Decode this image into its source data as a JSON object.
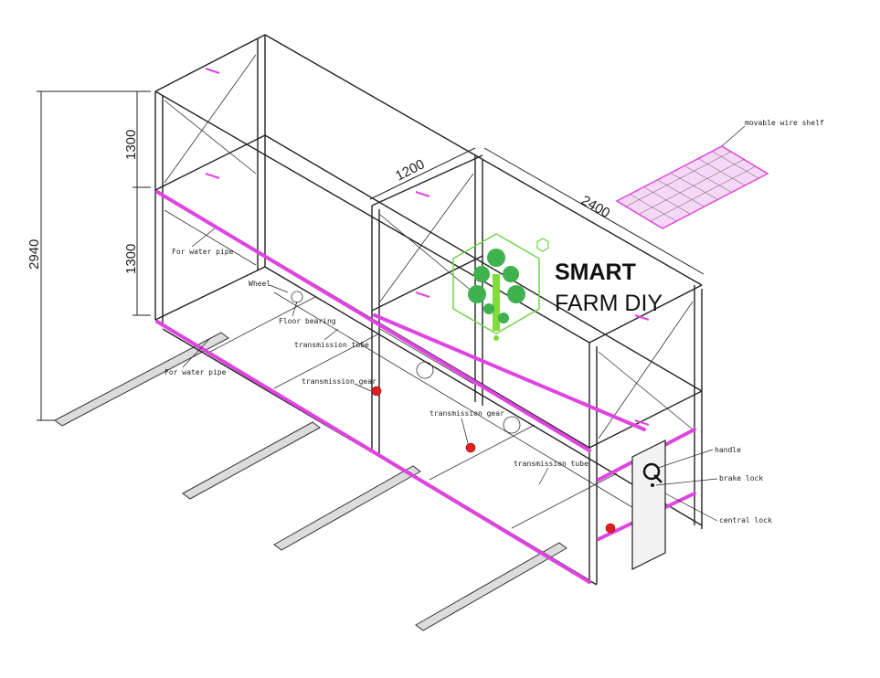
{
  "dimensions": {
    "total_height": "2940",
    "tier_upper": "1300",
    "tier_lower": "1300",
    "width": "1200",
    "length": "2400"
  },
  "labels": {
    "movable_wire_shelf": "movable wire shelf",
    "water_pipe_upper": "For water pipe",
    "water_pipe_lower": "For water pipe",
    "wheel": "Wheel",
    "floor_bearing": "Floor bearing",
    "transmission_tube_left": "transmission tube",
    "transmission_gear_left": "transmission gear",
    "transmission_gear_right": "transmission gear",
    "transmission_tube_right": "transmission tube",
    "handle": "handle",
    "brake_lock": "brake lock",
    "central_lock": "central lock"
  },
  "logo": {
    "line1": "SMART",
    "line2": "FARM DIY",
    "icon": "plant-hexagon-icon",
    "brand_color": "#6fd44a"
  },
  "colors": {
    "pipe": "#e044e0",
    "gear": "#e02020",
    "line": "#222222"
  }
}
